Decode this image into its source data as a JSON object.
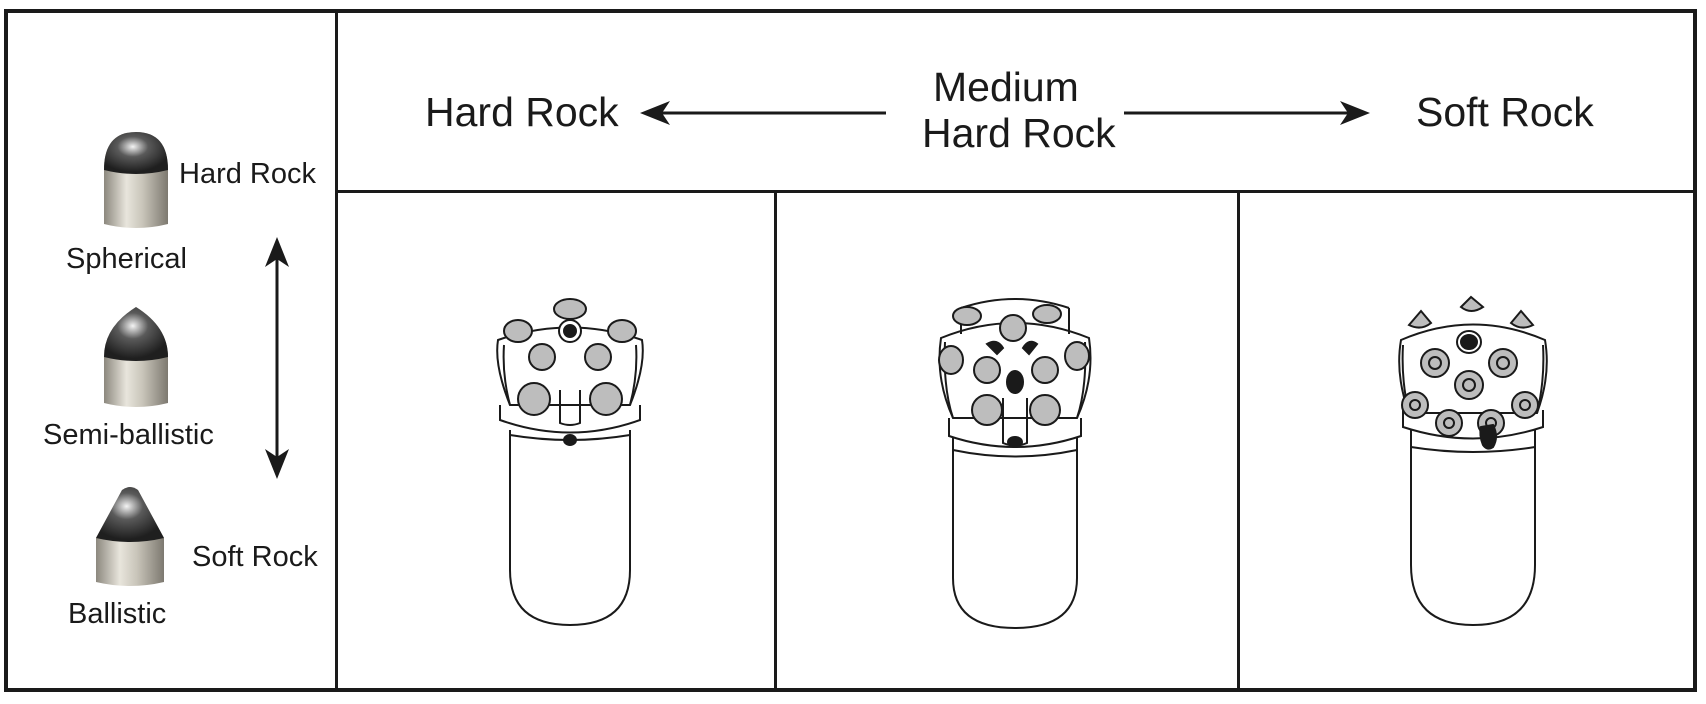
{
  "header": {
    "left_label": "Hard Rock",
    "center_label_line1": "Medium",
    "center_label_line2": "Hard Rock",
    "right_label": "Soft Rock"
  },
  "sidebar": {
    "hard_rock_label": "Hard Rock",
    "soft_rock_label": "Soft Rock",
    "buttons": [
      {
        "label": "Spherical",
        "icon": "spherical-button-icon"
      },
      {
        "label": "Semi-ballistic",
        "icon": "semi-ballistic-button-icon"
      },
      {
        "label": "Ballistic",
        "icon": "ballistic-button-icon"
      }
    ]
  },
  "bits": [
    {
      "icon": "spherical-button-bit-icon"
    },
    {
      "icon": "semi-ballistic-button-bit-icon"
    },
    {
      "icon": "ballistic-button-bit-icon"
    }
  ],
  "colors": {
    "line": "#1a1a1a",
    "button_fill": "#bdbdbd",
    "carbide_light": "#e8e5dc",
    "carbide_dark": "#8c887e"
  }
}
